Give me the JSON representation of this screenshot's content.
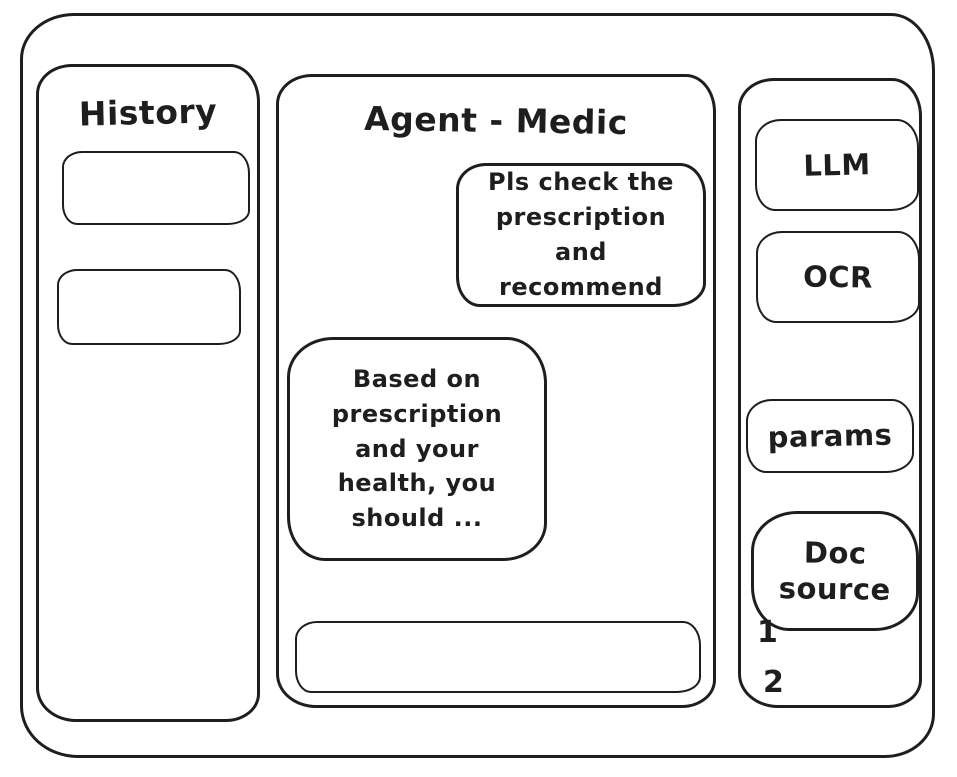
{
  "colors": {
    "ink": "#1e1e1e",
    "paper": "#ffffff"
  },
  "history": {
    "title": "History",
    "items": [
      {
        "label": ""
      },
      {
        "label": ""
      }
    ]
  },
  "chat": {
    "title": "Agent - Medic",
    "messages": [
      {
        "role": "user",
        "text": "Pls check the prescription and recommend"
      },
      {
        "role": "assistant",
        "text": "Based on prescription and your health, you should ..."
      }
    ],
    "input": {
      "value": "",
      "placeholder": ""
    }
  },
  "tools": {
    "buttons": [
      {
        "label": "LLM"
      },
      {
        "label": "OCR"
      },
      {
        "label": "params"
      },
      {
        "label": "Doc source"
      }
    ],
    "doc_list": [
      {
        "label": "1"
      },
      {
        "label": "2"
      }
    ]
  }
}
